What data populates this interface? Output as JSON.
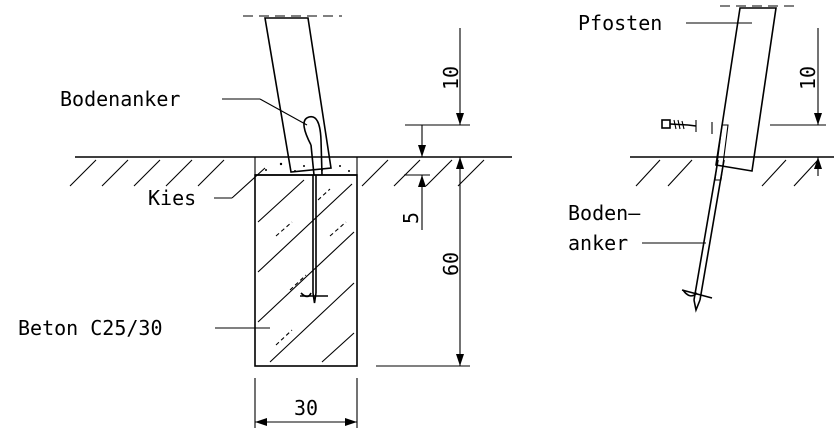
{
  "labels": {
    "bodenanker": "Bodenanker",
    "kies": "Kies",
    "beton": "Beton C25/30",
    "pfosten": "Pfosten",
    "boden_line1": "Boden–",
    "boden_line2": "anker"
  },
  "dimensions": {
    "left_post_above": "10",
    "left_gravel": "5",
    "left_depth": "60",
    "left_width": "30",
    "right_post_above": "10"
  }
}
